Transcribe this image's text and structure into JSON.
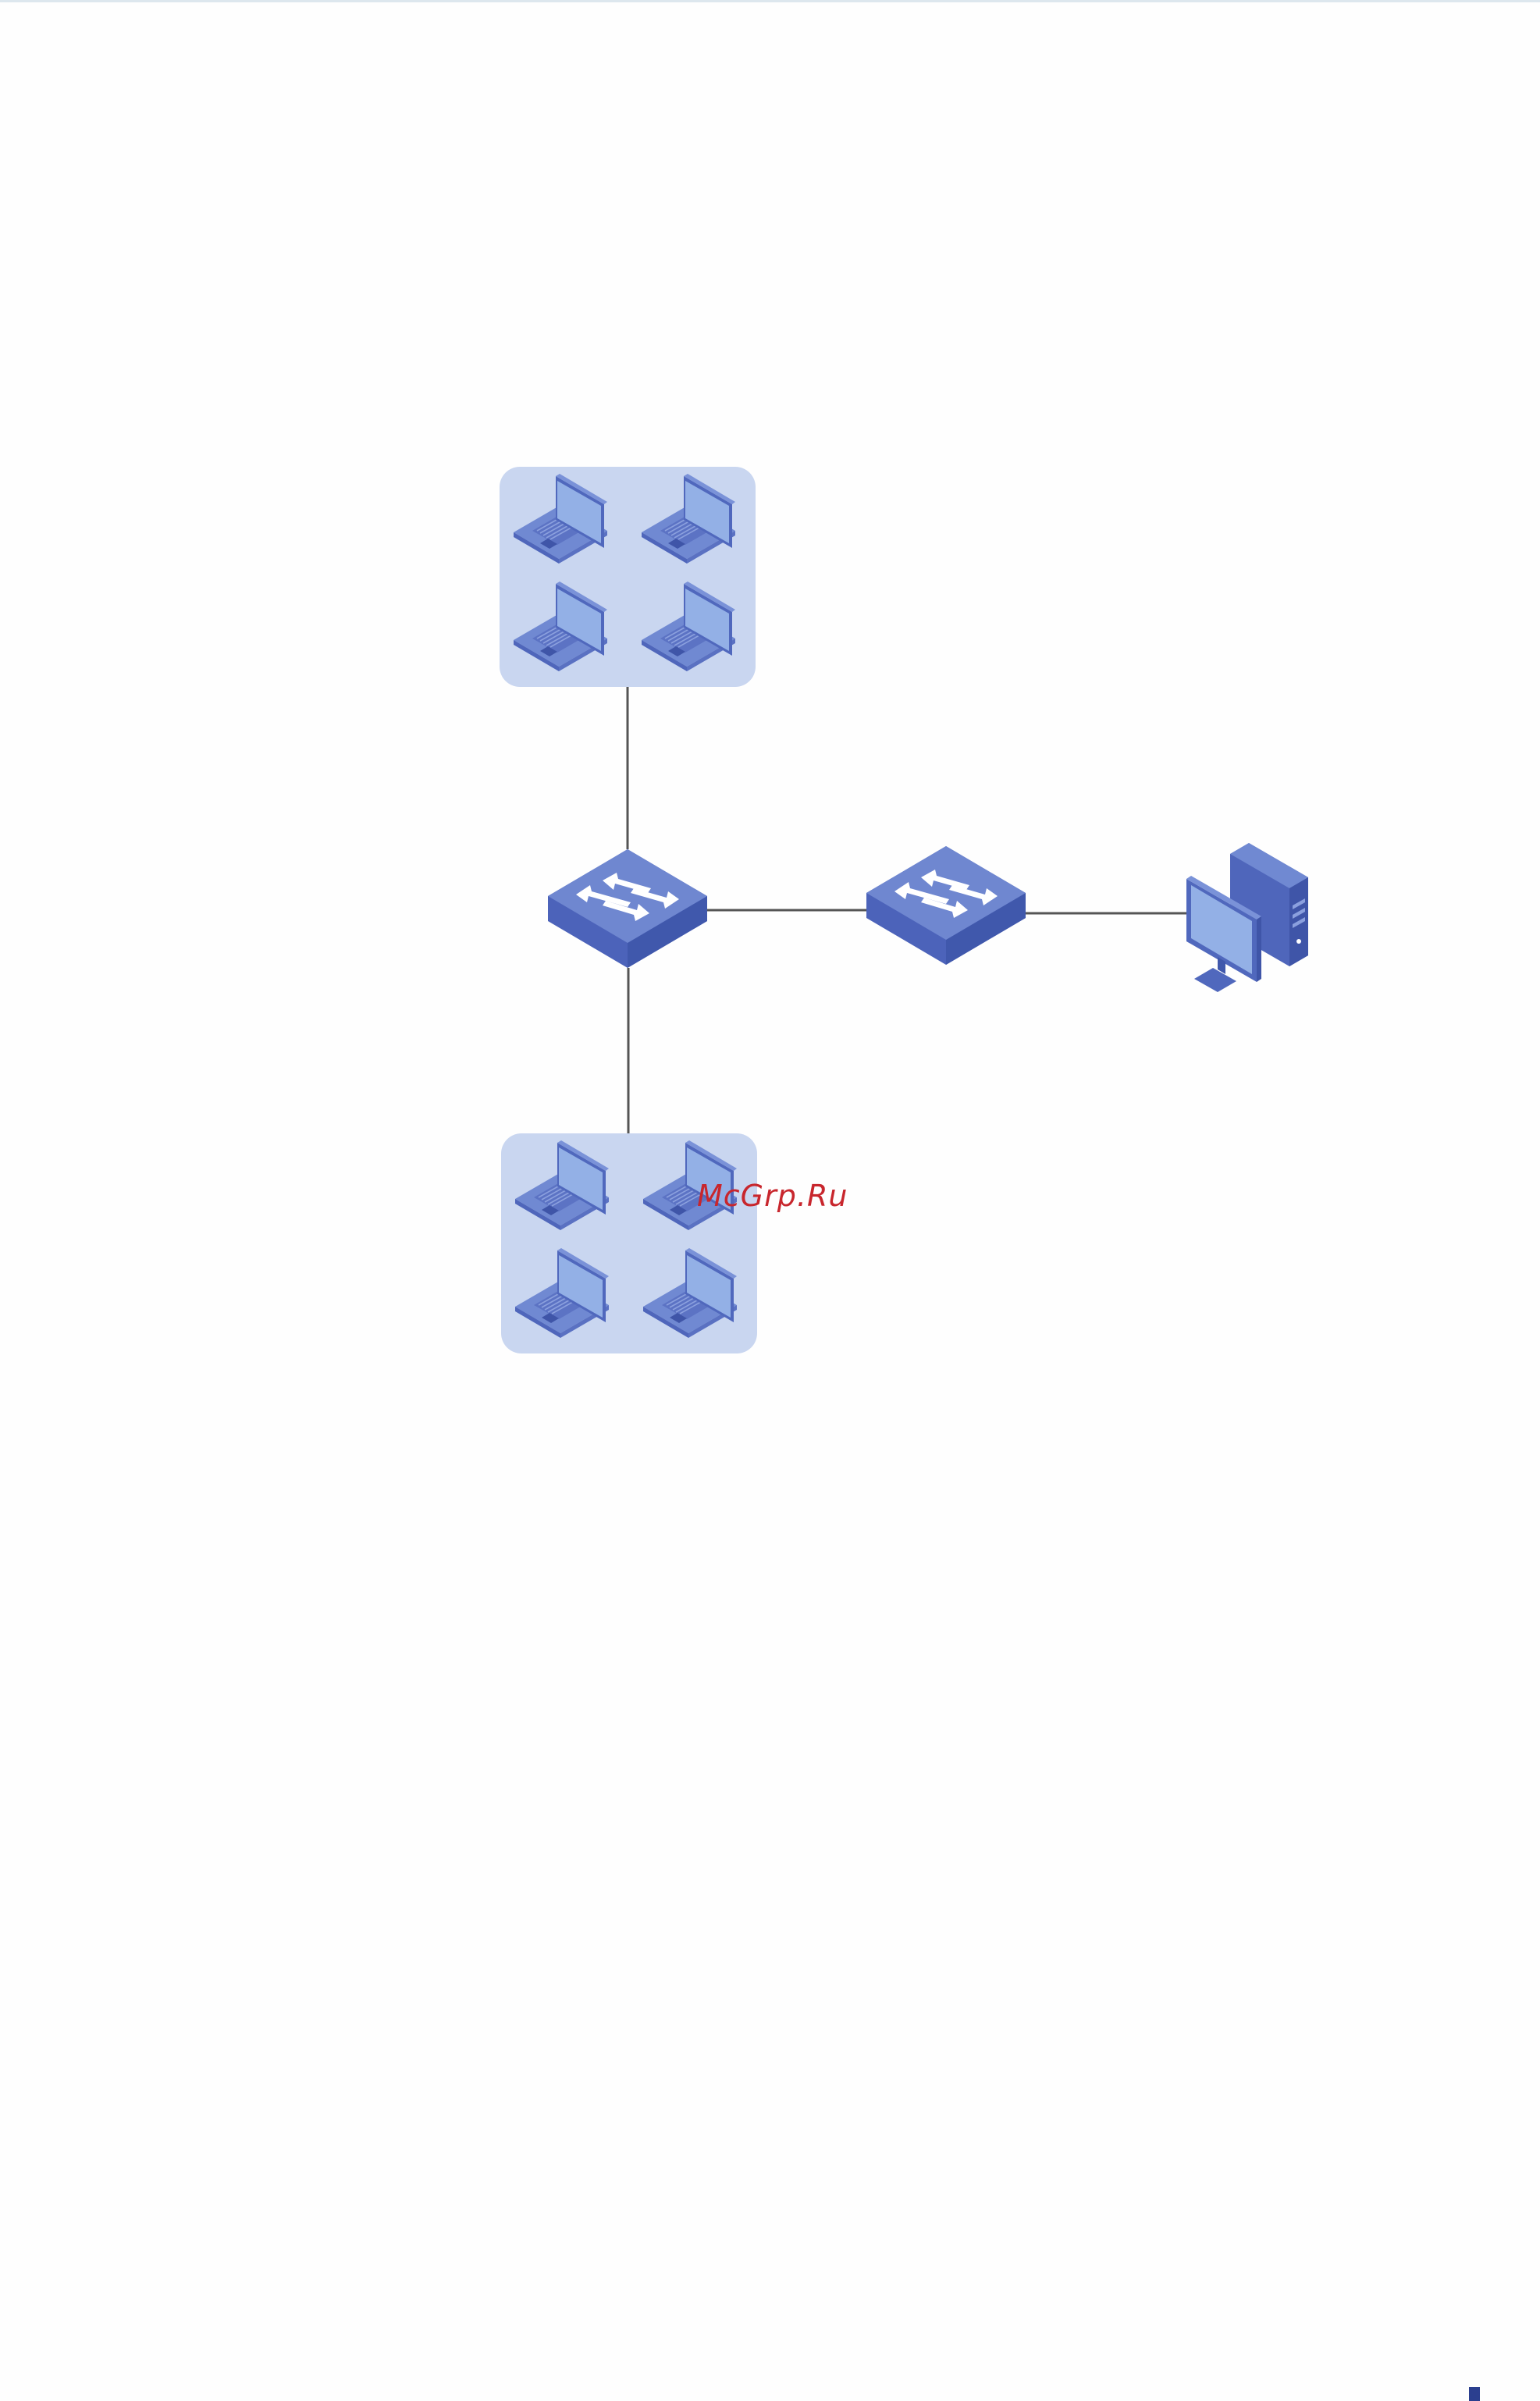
{
  "watermark": {
    "text": "McGrp.Ru",
    "color": "#c8262d"
  },
  "diagram": {
    "connection_color": "#555555",
    "colors": {
      "group_fill": "#c9d6f0",
      "device_top": "#6f87d0",
      "device_side": "#4f66bb",
      "device_dark": "#3e54a6",
      "screen": "#93b0e6",
      "arrow": "#ffffff"
    },
    "groups": [
      {
        "id": "laptop-group-top",
        "devices": [
          "laptop-icon",
          "laptop-icon",
          "laptop-icon",
          "laptop-icon"
        ]
      },
      {
        "id": "laptop-group-bottom",
        "devices": [
          "laptop-icon",
          "laptop-icon",
          "laptop-icon",
          "laptop-icon"
        ]
      }
    ],
    "nodes": [
      {
        "id": "switch-left",
        "icon": "switch-icon"
      },
      {
        "id": "switch-right",
        "icon": "switch-icon"
      },
      {
        "id": "desktop-pc",
        "icon": "desktop-computer-icon"
      }
    ],
    "links": [
      {
        "from": "laptop-group-top",
        "to": "switch-left"
      },
      {
        "from": "switch-left",
        "to": "laptop-group-bottom"
      },
      {
        "from": "switch-left",
        "to": "switch-right"
      },
      {
        "from": "switch-right",
        "to": "desktop-pc"
      }
    ]
  },
  "page": {
    "corner_mark_color": "#2b3f8f"
  }
}
